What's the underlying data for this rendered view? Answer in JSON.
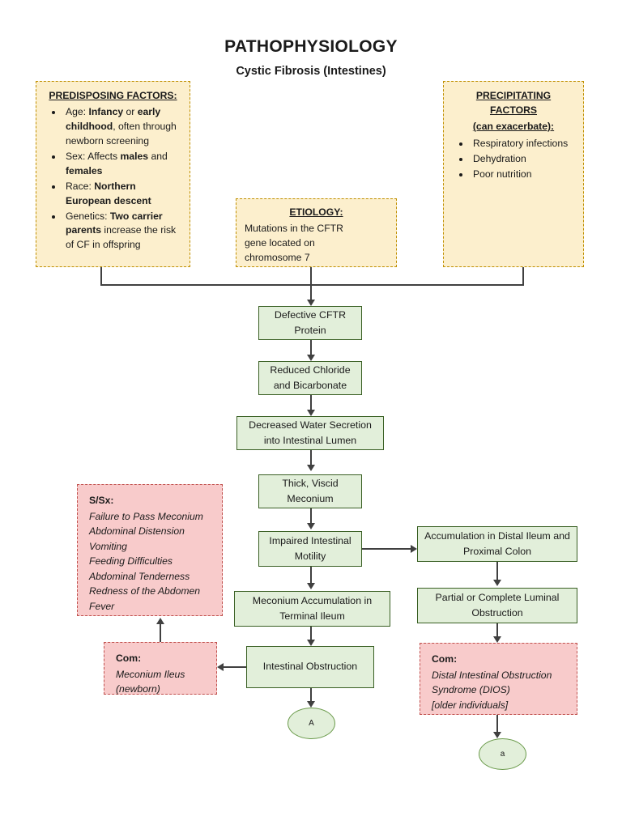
{
  "header": {
    "title": "PATHOPHYSIOLOGY",
    "subtitle": "Cystic Fibrosis (Intestines)"
  },
  "predisposing": {
    "heading": "PREDISPOSING FACTORS:",
    "items": [
      {
        "prefix": "Age: ",
        "bold1": "Infancy",
        "mid1": " or ",
        "bold2": "early childhood",
        "tail": ", often through newborn screening"
      },
      {
        "prefix": "Sex: Affects ",
        "bold1": "males",
        "mid1": " and ",
        "bold2": "females",
        "tail": ""
      },
      {
        "prefix": "Race: ",
        "bold1": "Northern European descent",
        "mid1": "",
        "bold2": "",
        "tail": ""
      },
      {
        "prefix": "Genetics: ",
        "bold1": "Two carrier parents",
        "mid1": " increase the risk of CF in offspring",
        "bold2": "",
        "tail": ""
      }
    ]
  },
  "precipitating": {
    "heading_line1": "PRECIPITATING FACTORS",
    "heading_line2": "(can exacerbate):",
    "items": [
      "Respiratory infections",
      "Dehydration",
      "Poor nutrition"
    ]
  },
  "etiology": {
    "heading": "ETIOLOGY:",
    "lines": [
      "Mutations in the CFTR",
      "gene located on",
      "chromosome 7"
    ],
    "text": "Mutations in the CFTR gene located on chromosome 7"
  },
  "flow": {
    "defective_cftr": "Defective CFTR Protein",
    "reduced_chloride": "Reduced Chloride and Bicarbonate",
    "decreased_water": "Decreased Water Secretion into Intestinal Lumen",
    "thick_meconium": "Thick, Viscid Meconium",
    "impaired_motility": "Impaired Intestinal Motility",
    "meconium_accumulation": "Meconium Accumulation in Terminal Ileum",
    "intestinal_obstruction": "Intestinal Obstruction",
    "accumulation_distal": "Accumulation in Distal Ileum and Proximal Colon",
    "partial_obstruction": "Partial or Complete Luminal Obstruction"
  },
  "signs_symptoms": {
    "heading": "S/Sx:",
    "items": [
      "Failure to Pass Meconium",
      "Abdominal Distension",
      "Vomiting",
      "Feeding Difficulties",
      "Abdominal Tenderness",
      "Redness of the Abdomen",
      "Fever"
    ]
  },
  "complication_left": {
    "heading": "Com:",
    "items": [
      "Meconium Ileus",
      "(newborn)"
    ]
  },
  "complication_right": {
    "heading": "Com:",
    "items": [
      "Distal Intestinal Obstruction",
      "Syndrome (DIOS)",
      "[older individuals]"
    ]
  },
  "connectors": {
    "terminal_a_upper": "A",
    "terminal_a_lower": "a"
  },
  "colors": {
    "cream_fill": "#FCEFCD",
    "cream_border": "#BF8F00",
    "green_fill": "#E2EFDA",
    "green_border": "#3A6024",
    "pink_fill": "#F8CBCB",
    "pink_border": "#C0504D",
    "line": "#404040"
  }
}
